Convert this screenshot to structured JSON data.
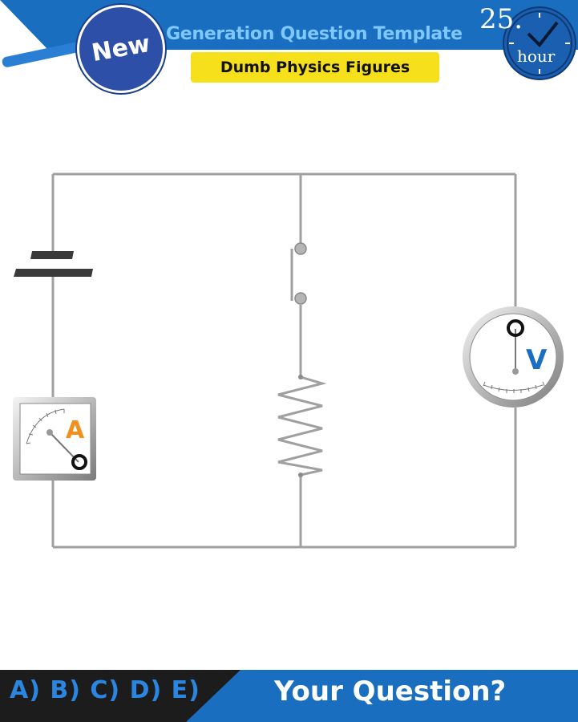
{
  "header": {
    "badge": "New",
    "title": "Generation Question Template",
    "subtitle": "Dumb Physics Figures",
    "clock_number": "25.",
    "clock_unit": "hour"
  },
  "diagram": {
    "ammeter_label": "A",
    "voltmeter_label": "V",
    "components": [
      "battery-icon",
      "ammeter-icon",
      "switch-icon",
      "resistor-icon",
      "voltmeter-icon"
    ]
  },
  "footer": {
    "answers": "A) B) C) D) E)",
    "question": "Your Question?"
  },
  "colors": {
    "header_blue": "#1a6ec0",
    "subtitle_yellow": "#f6e01c",
    "ammeter_letter": "#f0901e",
    "voltmeter_letter": "#1a6ec0",
    "wire": "#9a9a9a"
  }
}
